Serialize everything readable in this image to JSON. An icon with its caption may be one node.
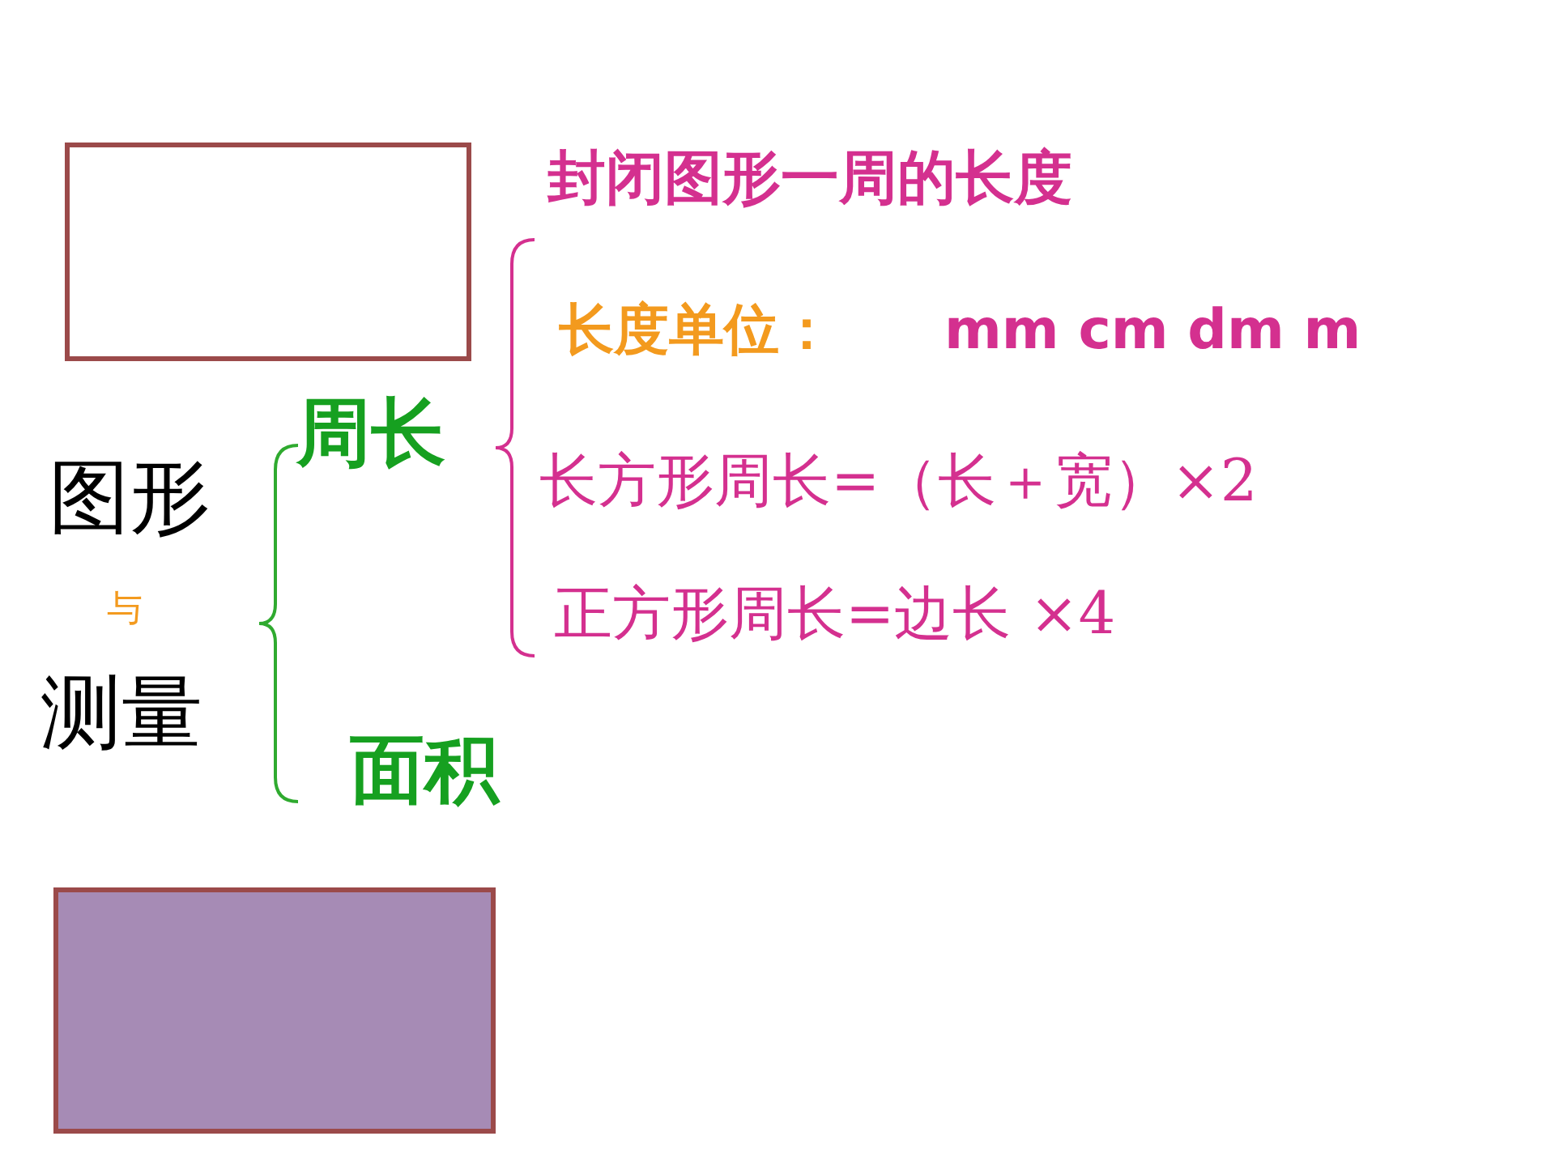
{
  "diagram": {
    "nodes": [
      {
        "text": [],
        "shape": "box"
      },
      {
        "text": [],
        "shape": "box"
      }
    ],
    "labels": [
      "封闭图形一周的长度",
      "长度单位：",
      "mm cm dm m",
      "周长",
      "图形",
      "长方形周长=（长＋宽）×2",
      "与",
      "正方形周长=边长 ×4",
      "测量",
      "面积"
    ]
  }
}
